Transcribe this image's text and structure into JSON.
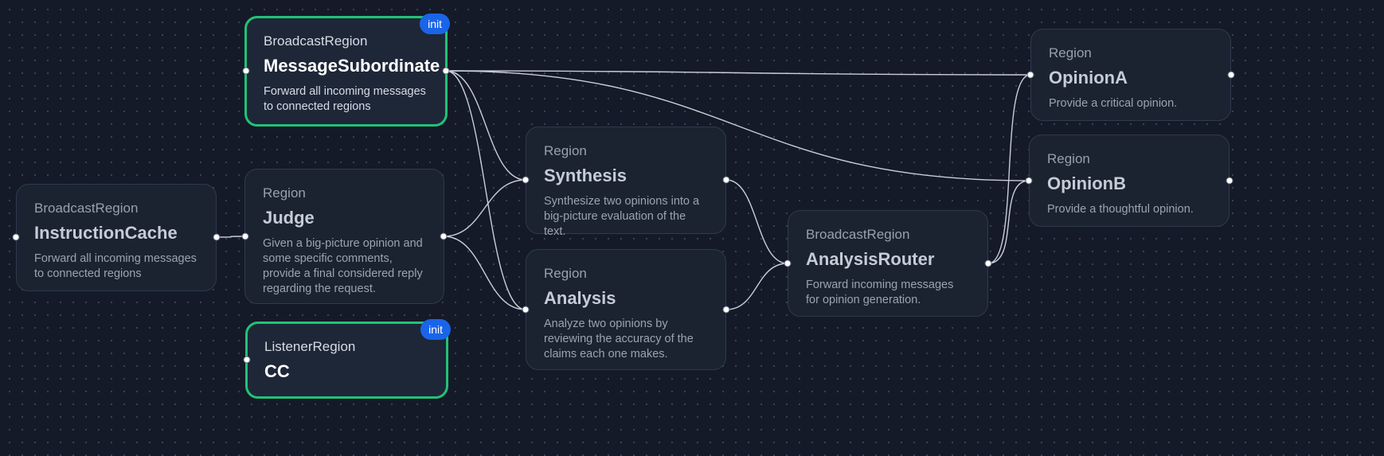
{
  "nodes": {
    "message_subordinate": {
      "kind": "BroadcastRegion",
      "name": "MessageSubordinate",
      "desc": "Forward all incoming messages to connected regions",
      "badge": "init"
    },
    "instruction_cache": {
      "kind": "BroadcastRegion",
      "name": "InstructionCache",
      "desc": "Forward all incoming messages to connected regions"
    },
    "judge": {
      "kind": "Region",
      "name": "Judge",
      "desc": "Given a big-picture opinion and some specific comments, provide a final considered reply regarding the request."
    },
    "cc": {
      "kind": "ListenerRegion",
      "name": "CC",
      "badge": "init"
    },
    "synthesis": {
      "kind": "Region",
      "name": "Synthesis",
      "desc": "Synthesize two opinions into a big-picture evaluation of the text."
    },
    "analysis": {
      "kind": "Region",
      "name": "Analysis",
      "desc": "Analyze two opinions by reviewing the accuracy of the claims each one makes."
    },
    "analysis_router": {
      "kind": "BroadcastRegion",
      "name": "AnalysisRouter",
      "desc": "Forward incoming messages for opinion generation."
    },
    "opinion_a": {
      "kind": "Region",
      "name": "OpinionA",
      "desc": "Provide a critical opinion."
    },
    "opinion_b": {
      "kind": "Region",
      "name": "OpinionB",
      "desc": "Provide a thoughtful opinion."
    }
  },
  "edges": [
    {
      "from": "instruction_cache",
      "to": "judge"
    },
    {
      "from": "judge",
      "to": "synthesis"
    },
    {
      "from": "judge",
      "to": "analysis"
    },
    {
      "from": "message_subordinate",
      "to": "synthesis"
    },
    {
      "from": "message_subordinate",
      "to": "analysis"
    },
    {
      "from": "message_subordinate",
      "to": "opinion_a"
    },
    {
      "from": "message_subordinate",
      "to": "opinion_b"
    },
    {
      "from": "synthesis",
      "to": "analysis_router"
    },
    {
      "from": "analysis",
      "to": "analysis_router"
    },
    {
      "from": "analysis_router",
      "to": "opinion_a"
    },
    {
      "from": "analysis_router",
      "to": "opinion_b"
    }
  ],
  "colors": {
    "background": "#141a28",
    "node_background": "#1b2331",
    "active_border": "#22c277",
    "badge": "#1a64e8",
    "edge": "#c9ced8"
  }
}
